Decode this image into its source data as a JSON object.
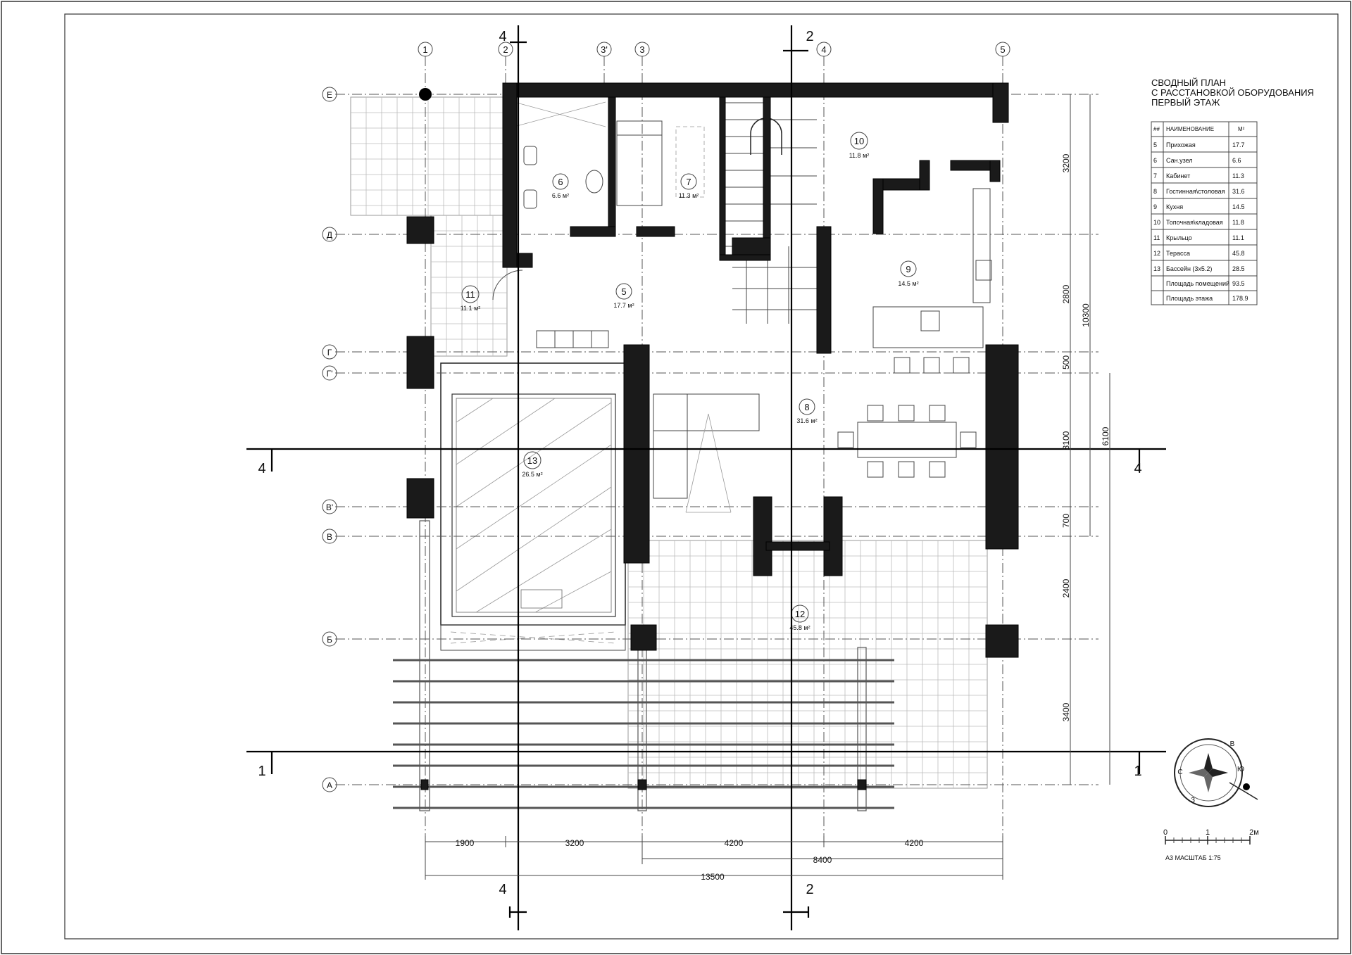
{
  "title": {
    "line1": "СВОДНЫЙ ПЛАН",
    "line2": "С РАССТАНОВКОЙ ОБОРУДОВАНИЯ",
    "line3": "ПЕРВЫЙ ЭТАЖ"
  },
  "legend": {
    "col_no": "##",
    "col_name": "НАИМЕНОВАНИЕ",
    "col_area": "М²",
    "rows": [
      {
        "no": "5",
        "name": "Прихожая",
        "area": "17.7"
      },
      {
        "no": "6",
        "name": "Сан.узел",
        "area": "6.6"
      },
      {
        "no": "7",
        "name": "Кабинет",
        "area": "11.3"
      },
      {
        "no": "8",
        "name": "Гостинная\\столовая",
        "area": "31.6"
      },
      {
        "no": "9",
        "name": "Кухня",
        "area": "14.5"
      },
      {
        "no": "10",
        "name": "Топочная\\кладовая",
        "area": "11.8"
      },
      {
        "no": "11",
        "name": "Крыльцо",
        "area": "11.1"
      },
      {
        "no": "12",
        "name": "Терасса",
        "area": "45.8"
      },
      {
        "no": "13",
        "name": "Бассейн (3х5.2)",
        "area": "28.5"
      }
    ],
    "total_rooms_label": "Площадь помещений",
    "total_rooms": "93.5",
    "total_floor_label": "Площадь этажа",
    "total_floor": "178.9"
  },
  "axes_columns": [
    "1",
    "2",
    "3'",
    "3",
    "4",
    "5"
  ],
  "axes_rows": [
    "Е",
    "Д",
    "Г",
    "Г'",
    "В'",
    "В",
    "Б",
    "А"
  ],
  "rooms": [
    {
      "no": "6",
      "area": "6.6 м²"
    },
    {
      "no": "7",
      "area": "11.3 м²"
    },
    {
      "no": "10",
      "area": "11.8 м²"
    },
    {
      "no": "9",
      "area": "14.5 м²"
    },
    {
      "no": "11",
      "area": "11.1 м²"
    },
    {
      "no": "5",
      "area": "17.7 м²"
    },
    {
      "no": "8",
      "area": "31.6 м²"
    },
    {
      "no": "13",
      "area": "26.5 м²"
    },
    {
      "no": "12",
      "area": "45.8 м²"
    }
  ],
  "sections": {
    "s4": "4",
    "s2": "2",
    "s1": "1"
  },
  "dims_bottom": {
    "d1": "1900",
    "d2": "3200",
    "d3": "4200",
    "d4": "4200",
    "d5": "8400",
    "d6": "13500"
  },
  "dims_right": {
    "r1": "3200",
    "r2": "2800",
    "r3": "500",
    "r4": "3100",
    "r5": "700",
    "r6": "2400",
    "r7": "3400",
    "r8": "10300",
    "r9": "6100"
  },
  "scale": {
    "zero": "0",
    "one": "1",
    "two": "2м",
    "caption": "А3 МАСШТАБ 1:75"
  },
  "compass": {
    "n": "В",
    "e": "Ю",
    "s": "З",
    "w": "С"
  }
}
